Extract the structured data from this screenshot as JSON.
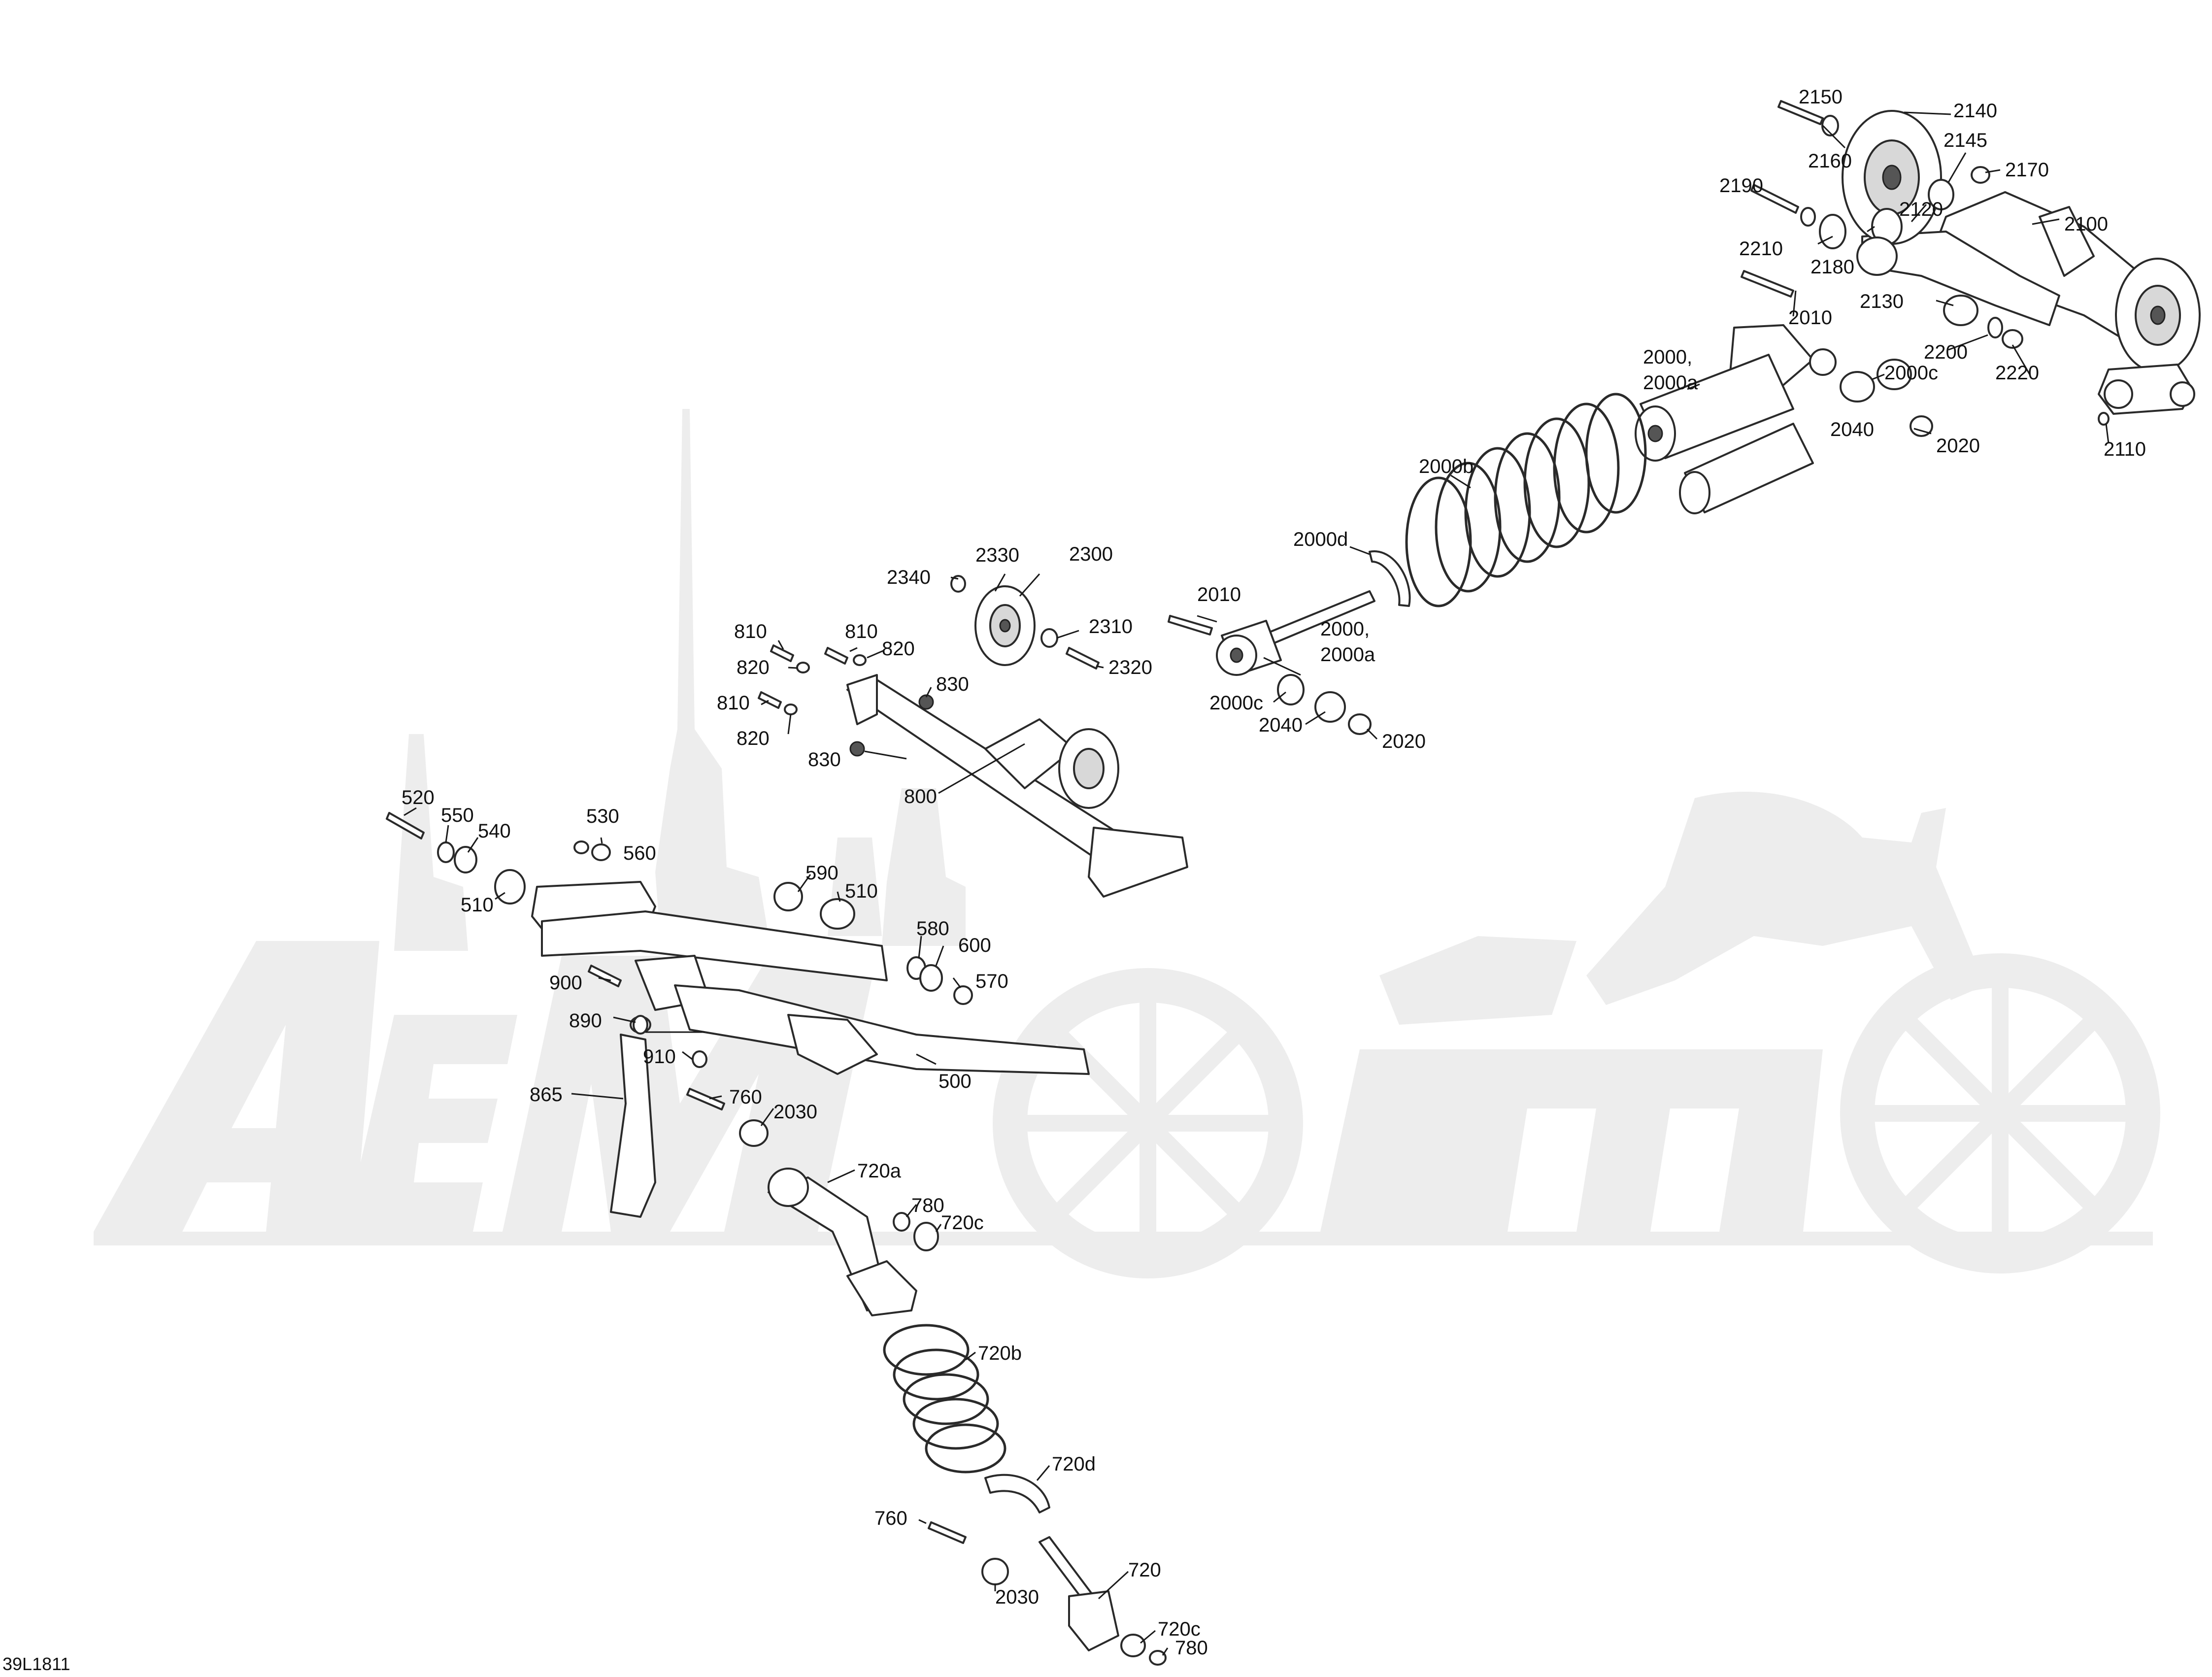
{
  "drawing_code": "39L1811",
  "watermark_text": "AeMoto",
  "labels": {
    "l2150": "2150",
    "l2140": "2140",
    "l2160": "2160",
    "l2145": "2145",
    "l2170": "2170",
    "l2190": "2190",
    "l2120": "2120",
    "l2100": "2100",
    "l2210": "2210",
    "l2180": "2180",
    "l2130": "2130",
    "l2010a": "2010",
    "l2000a": "2000,",
    "l2000a2": "2000a",
    "l2000c_a": "2000c",
    "l2200": "2200",
    "l2220": "2220",
    "l2040_a": "2040",
    "l2020_a": "2020",
    "l2110": "2110",
    "l2000b": "2000b",
    "l2000d": "2000d",
    "l2300": "2300",
    "l2330": "2330",
    "l2340": "2340",
    "l2310": "2310",
    "l2320": "2320",
    "l2010b": "2010",
    "l2000b1": "2000,",
    "l2000b2": "2000a",
    "l2000c_b": "2000c",
    "l2040_b": "2040",
    "l2020_b": "2020",
    "l810a": "810",
    "l810b": "810",
    "l820a": "820",
    "l820b": "820",
    "l810c": "810",
    "l830a": "830",
    "l820c": "820",
    "l830b": "830",
    "l800": "800",
    "l520": "520",
    "l550": "550",
    "l540": "540",
    "l530": "530",
    "l560": "560",
    "l510a": "510",
    "l590": "590",
    "l510b": "510",
    "l580": "580",
    "l600": "600",
    "l900": "900",
    "l570": "570",
    "l890": "890",
    "l910": "910",
    "l500": "500",
    "l865": "865",
    "l760a": "760",
    "l2030a": "2030",
    "l720a": "720a",
    "l780a": "780",
    "l720c_a": "720c",
    "l720b": "720b",
    "l720d": "720d",
    "l760b": "760",
    "l720": "720",
    "l2030b": "2030",
    "l720c_b": "720c",
    "l780b": "780"
  }
}
